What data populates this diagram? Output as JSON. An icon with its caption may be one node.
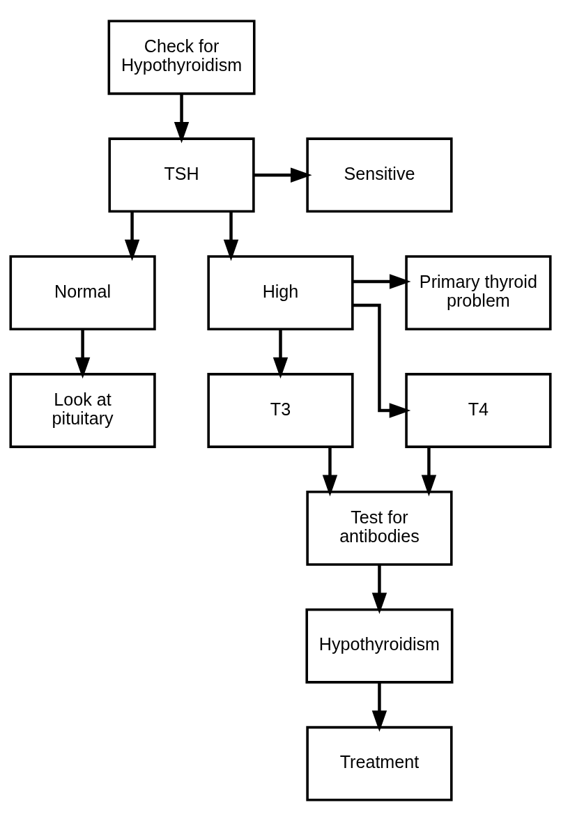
{
  "diagram": {
    "nodes": [
      {
        "text": [
          "Check for Hypothyroidism"
        ]
      },
      {
        "text": [
          "TSH"
        ]
      },
      {
        "text": [
          "Sensitive"
        ]
      },
      {
        "text": [
          "Normal"
        ]
      },
      {
        "text": [
          "High"
        ]
      },
      {
        "text": [
          "Primary thyroid problem"
        ]
      },
      {
        "text": [
          "Look at pituitary"
        ]
      },
      {
        "text": [
          "T3"
        ]
      },
      {
        "text": [
          "T4"
        ]
      },
      {
        "text": [
          "Test for antibodies"
        ]
      },
      {
        "text": [
          "Hypothyroidism"
        ]
      },
      {
        "text": [
          "Treatment"
        ]
      }
    ],
    "edges": [
      {
        "from": 0,
        "to": 1,
        "arrow": "to"
      },
      {
        "from": 1,
        "to": 2,
        "arrow": "to"
      },
      {
        "from": 1,
        "to": 3,
        "arrow": "to"
      },
      {
        "from": 1,
        "to": 4,
        "arrow": "to"
      },
      {
        "from": 4,
        "to": 5,
        "arrow": "to"
      },
      {
        "from": 3,
        "to": 6,
        "arrow": "to"
      },
      {
        "from": 4,
        "to": 7,
        "arrow": "to"
      },
      {
        "from": 4,
        "to": 8,
        "arrow": "to"
      },
      {
        "from": 7,
        "to": 9,
        "arrow": "to"
      },
      {
        "from": 8,
        "to": 9,
        "arrow": "to"
      },
      {
        "from": 9,
        "to": 10,
        "arrow": "to"
      },
      {
        "from": 10,
        "to": 11,
        "arrow": "to"
      }
    ]
  }
}
